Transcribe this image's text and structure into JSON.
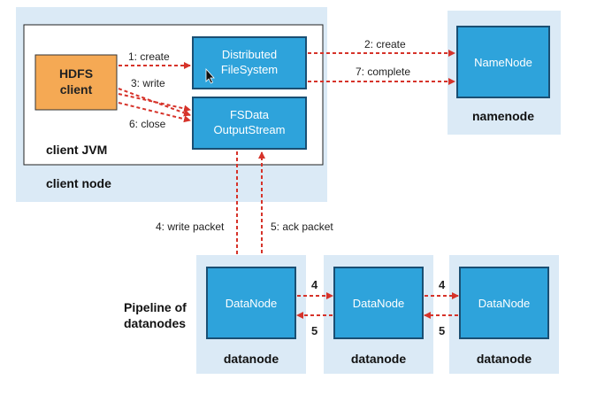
{
  "client_node": {
    "label": "client node",
    "jvm_label": "client JVM",
    "hdfs_client": [
      "HDFS",
      "client"
    ],
    "dfs": [
      "Distributed",
      "FileSystem"
    ],
    "fsdata": [
      "FSData",
      "OutputStream"
    ]
  },
  "namenode": {
    "box": "NameNode",
    "label": "namenode"
  },
  "arrows": {
    "create1": "1: create",
    "write3": "3: write",
    "close6": "6: close",
    "create2": "2: create",
    "complete7": "7: complete",
    "write_packet": "4: write packet",
    "ack_packet": "5: ack packet",
    "fwd": "4",
    "back": "5"
  },
  "pipeline": {
    "label": [
      "Pipeline of",
      "datanodes"
    ],
    "nodes": [
      {
        "box": "DataNode",
        "label": "datanode"
      },
      {
        "box": "DataNode",
        "label": "datanode"
      },
      {
        "box": "DataNode",
        "label": "datanode"
      }
    ]
  },
  "colors": {
    "panel": "#dbeaf6",
    "box": "#2ea3db",
    "hdfs": "#f5a954",
    "arrow": "#d6332a"
  }
}
